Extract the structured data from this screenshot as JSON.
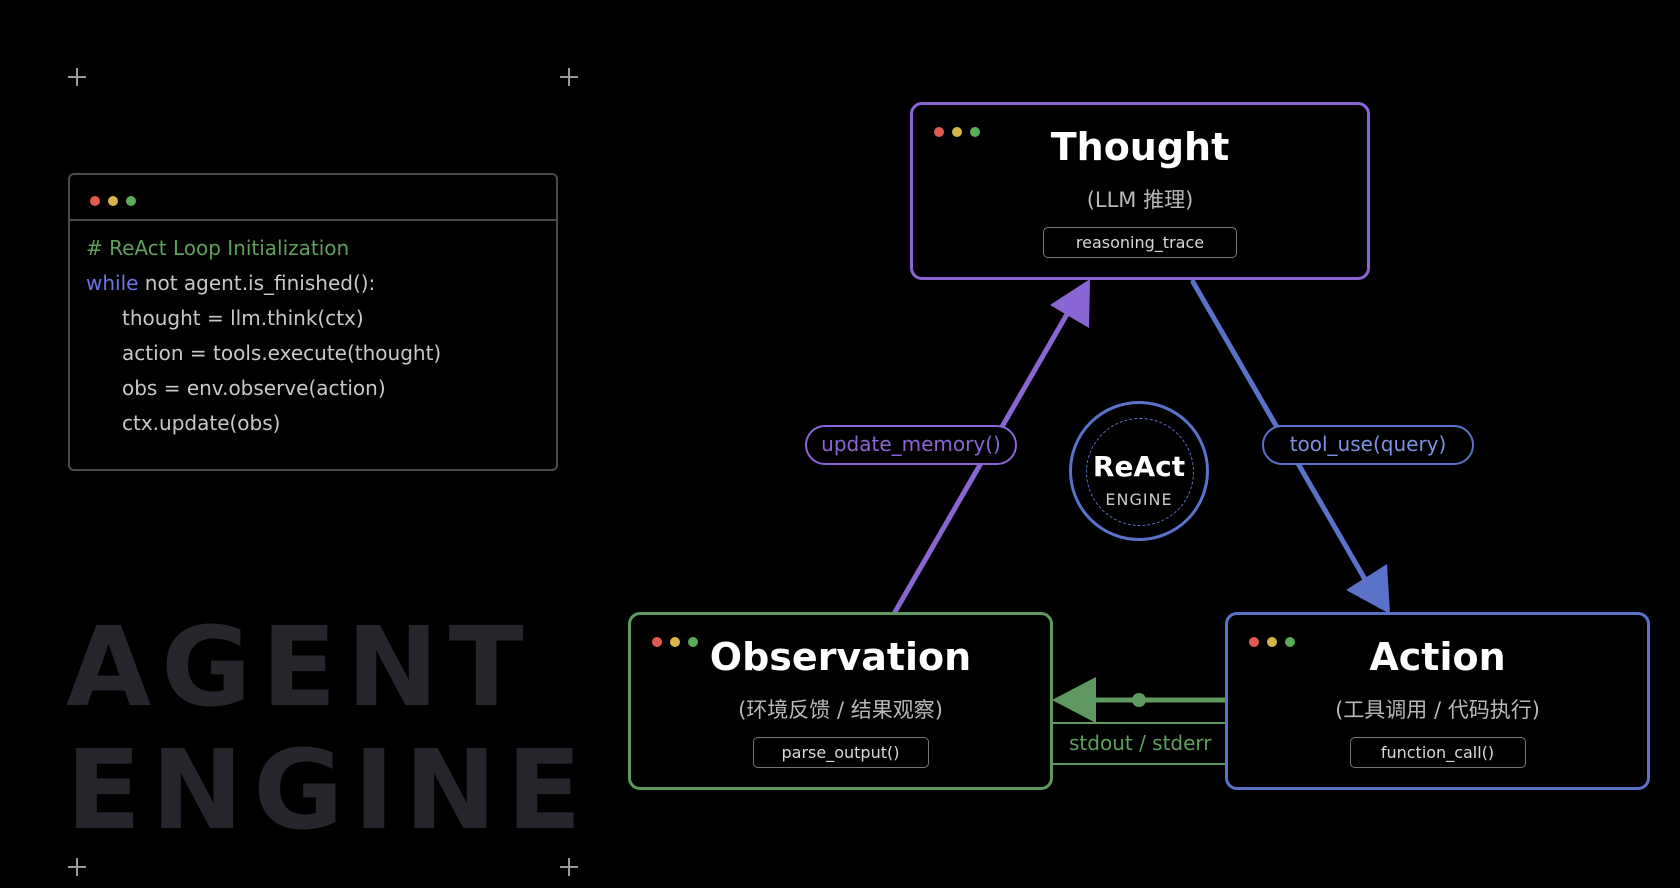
{
  "code": {
    "lines": [
      {
        "text": "# ReAct Loop Initialization",
        "kind": "comment"
      },
      {
        "kw": "while",
        "rest": " not agent.is_finished():"
      },
      {
        "text": "thought = llm.think(ctx)"
      },
      {
        "text": "action = tools.execute(thought)"
      },
      {
        "text": "obs = env.observe(action)"
      },
      {
        "text": "ctx.update(obs)"
      }
    ]
  },
  "watermark": {
    "line1": "AGENT",
    "line2": "ENGINE"
  },
  "nodes": {
    "thought": {
      "title": "Thought",
      "subtitle": "(LLM 推理)",
      "tag": "reasoning_trace",
      "color": "#8a66d4"
    },
    "action": {
      "title": "Action",
      "subtitle": "(工具调用 / 代码执行)",
      "tag": "function_call()",
      "color": "#5b72c9"
    },
    "observation": {
      "title": "Observation",
      "subtitle": "(环境反馈 / 结果观察)",
      "tag": "parse_output()",
      "color": "#5e9a60"
    }
  },
  "edges": {
    "update_memory": "update_memory()",
    "tool_use": "tool_use(query)",
    "stream": "stdout / stderr"
  },
  "engine": {
    "title": "ReAct",
    "subtitle": "ENGINE"
  },
  "colors": {
    "red": "#e05a4f",
    "yellow": "#d7b548",
    "green": "#5aab57"
  }
}
